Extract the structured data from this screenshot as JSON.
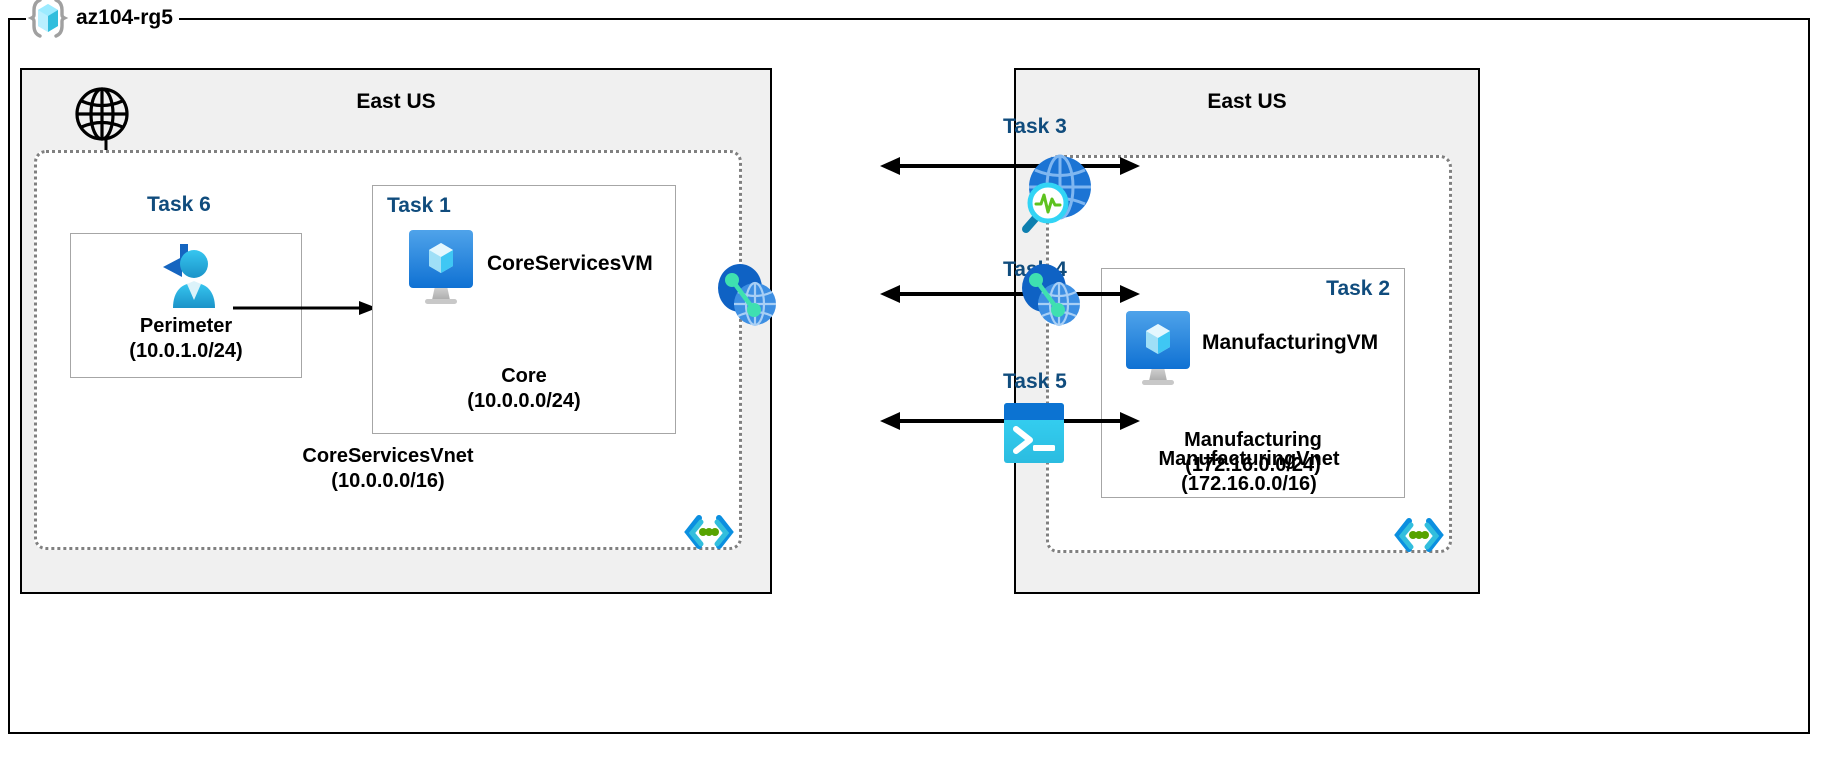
{
  "resource_group": {
    "name": "az104-rg5",
    "icon": "azure-resource-group-icon"
  },
  "regions": [
    {
      "id": "left",
      "title": "East US"
    },
    {
      "id": "right",
      "title": "East US"
    }
  ],
  "vnets": [
    {
      "id": "coreservices",
      "name": "CoreServicesVnet",
      "cidr": "(10.0.0.0/16)",
      "corner_icon": "vnet-subnet-brackets-icon"
    },
    {
      "id": "manufacturing",
      "name": "ManufacturingVnet",
      "cidr": "(172.16.0.0/16)",
      "corner_icon": "vnet-subnet-brackets-icon"
    }
  ],
  "subnets": [
    {
      "id": "perimeter",
      "name": "Perimeter",
      "cidr": "(10.0.1.0/24)",
      "task": "Task 6"
    },
    {
      "id": "core",
      "name": "Core",
      "cidr": "(10.0.0.0/24)",
      "task": "Task 1"
    },
    {
      "id": "manufacturing",
      "name": "Manufacturing",
      "cidr": "(172.16.0.0/24)",
      "task": "Task 2"
    }
  ],
  "virtual_machines": [
    {
      "id": "coreservicesvm",
      "name": "CoreServicesVM",
      "icon": "virtual-machine-icon"
    },
    {
      "id": "manufacturingvm",
      "name": "ManufacturingVM",
      "icon": "virtual-machine-icon"
    }
  ],
  "connectors": [
    {
      "id": "task3",
      "label": "Task 3",
      "icon": "network-watcher-icon",
      "direction": "bidirectional"
    },
    {
      "id": "task4",
      "label": "Task 4",
      "icon": "vnet-peering-icon",
      "direction": "bidirectional"
    },
    {
      "id": "task5",
      "label": "Task 5",
      "icon": "cloud-shell-icon",
      "direction": "bidirectional"
    }
  ],
  "icons": {
    "internet": "globe-icon",
    "perimeter_endpoint": "user-redirect-icon",
    "peering_left": "vnet-peering-icon",
    "peering_right": "vnet-peering-icon"
  },
  "colors": {
    "task_label": "#104C7D",
    "region_fill": "#f0f0f0",
    "vnet_border": "#808080",
    "subnet_border": "#a6a6a6",
    "azure_blue": "#0078D4",
    "cyan": "#32BEDD",
    "vm_blue": "#3C91E6",
    "green_dot": "#57A300",
    "outline": "#000000"
  }
}
